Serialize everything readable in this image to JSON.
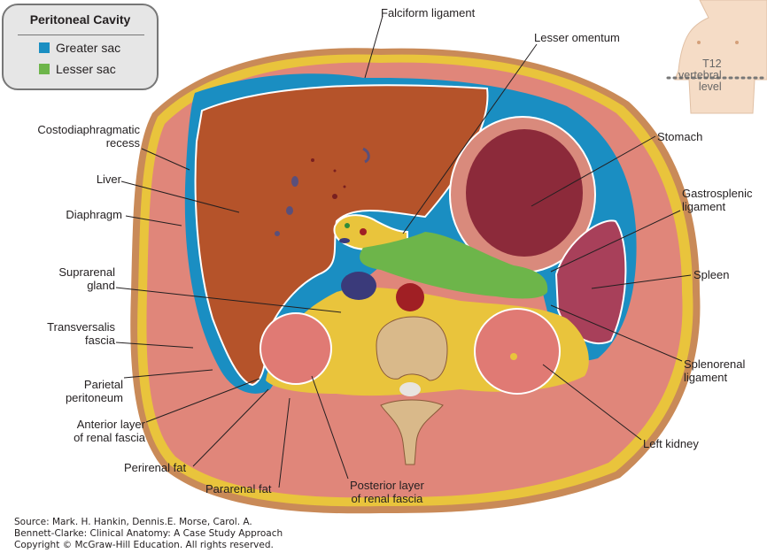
{
  "legend": {
    "title": "Peritoneal Cavity",
    "items": [
      {
        "label": "Greater sac",
        "color": "#1a8ec2"
      },
      {
        "label": "Lesser sac",
        "color": "#6db54a"
      }
    ]
  },
  "inset": {
    "level_label": [
      "T12",
      "vertebral",
      "level"
    ]
  },
  "labels": {
    "falciform_ligament": "Falciform ligament",
    "lesser_omentum": "Lesser omentum",
    "costodiaphragmatic_recess": [
      "Costodiaphragmatic",
      "recess"
    ],
    "liver": "Liver",
    "diaphragm": "Diaphragm",
    "suprarenal_gland": [
      "Suprarenal",
      "gland"
    ],
    "transversalis_fascia": [
      "Transversalis",
      "fascia"
    ],
    "parietal_peritoneum": [
      "Parietal",
      "peritoneum"
    ],
    "anterior_layer_renal_fascia": [
      "Anterior layer",
      "of renal fascia"
    ],
    "perirenal_fat": "Perirenal fat",
    "pararenal_fat": "Pararenal fat",
    "posterior_layer_renal_fascia": [
      "Posterior layer",
      "of renal fascia"
    ],
    "stomach": "Stomach",
    "gastrosplenic_ligament": [
      "Gastrosplenic",
      "ligament"
    ],
    "spleen": "Spleen",
    "splenorenal_ligament": [
      "Splenorenal",
      "ligament"
    ],
    "left_kidney": "Left kidney"
  },
  "credit": [
    "Source: Mark. H. Hankin, Dennis.E. Morse, Carol. A.",
    "Bennett-Clarke: Clinical Anatomy: A Case Study Approach",
    "Copyright © McGraw-Hill Education. All rights reserved."
  ],
  "colors": {
    "greater_sac": "#1a8ec2",
    "lesser_sac": "#6db54a",
    "liver": "#b5532a",
    "muscle": "#e0867a",
    "fat": "#e9c43c",
    "skin": "#c98a58",
    "stomach": "#8c2a3a",
    "spleen": "#a8405a",
    "kidney": "#e07a74",
    "bone": "#d9b98a"
  }
}
